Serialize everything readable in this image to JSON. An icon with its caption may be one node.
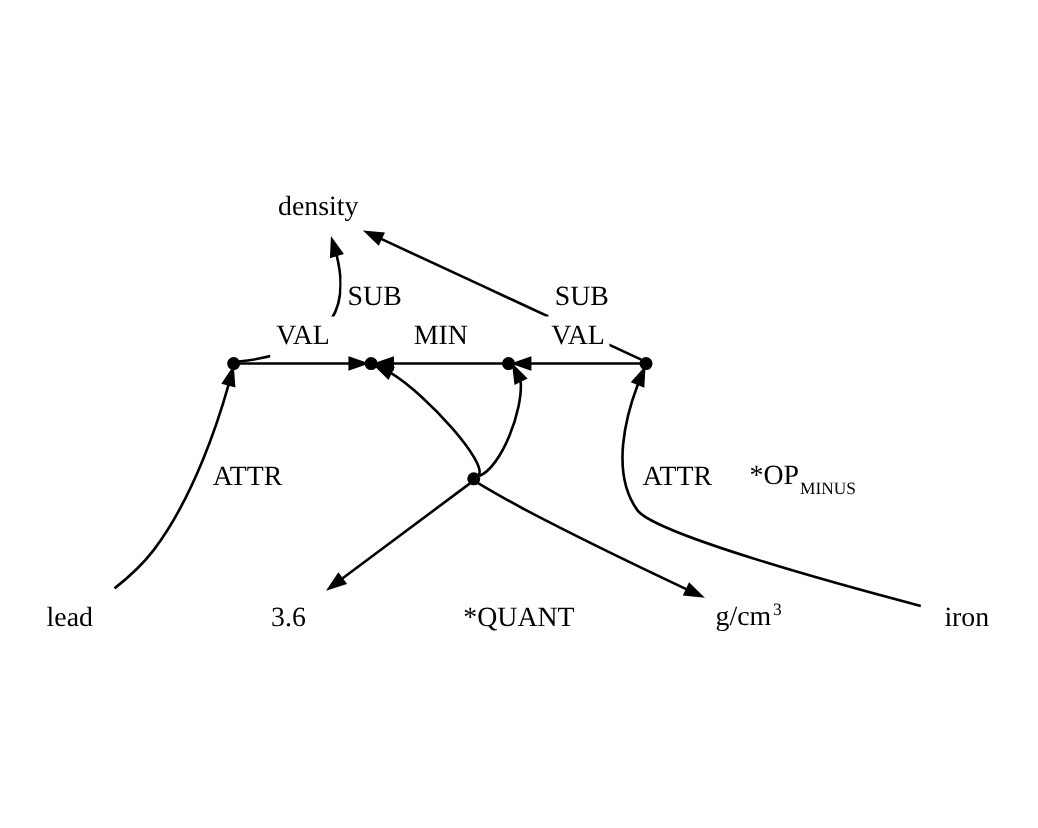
{
  "diagram": {
    "nodes": [
      {
        "text": [
          "density"
        ]
      },
      {
        "text": [],
        "shape": "circle"
      },
      {
        "text": [],
        "shape": "circle"
      },
      {
        "text": [],
        "shape": "circle"
      },
      {
        "text": [],
        "shape": "circle"
      },
      {
        "text": [],
        "shape": "circle"
      },
      {
        "text": [
          "lead"
        ]
      },
      {
        "text": [
          "iron"
        ]
      },
      {
        "text": [
          "3.6"
        ]
      },
      {
        "text": [
          "g/cm$^{3}$"
        ]
      }
    ],
    "edges": [
      {
        "from": 1,
        "to": 0,
        "arrow": "to",
        "label": "SUB"
      },
      {
        "from": 4,
        "to": 0,
        "arrow": "to",
        "label": "SUB"
      },
      {
        "from": 1,
        "to": 2,
        "arrow": "to",
        "label": "VAL"
      },
      {
        "from": 3,
        "to": 2,
        "arrow": "to",
        "label": "MIN"
      },
      {
        "from": 4,
        "to": 3,
        "arrow": "to",
        "label": "VAL"
      },
      {
        "from": 5,
        "to": 2,
        "arrow": "to"
      },
      {
        "from": 5,
        "to": 3,
        "arrow": "to"
      },
      {
        "from": 6,
        "to": 1,
        "arrow": "to",
        "label": "ATTR"
      },
      {
        "from": 7,
        "to": 4,
        "arrow": "to",
        "label": "ATTR"
      },
      {
        "from": 5,
        "to": 8,
        "arrow": "to"
      },
      {
        "from": 5,
        "to": 9,
        "arrow": "to"
      }
    ],
    "labels": [
      "*OP$_{MINUS}$",
      "*QUANT"
    ]
  }
}
